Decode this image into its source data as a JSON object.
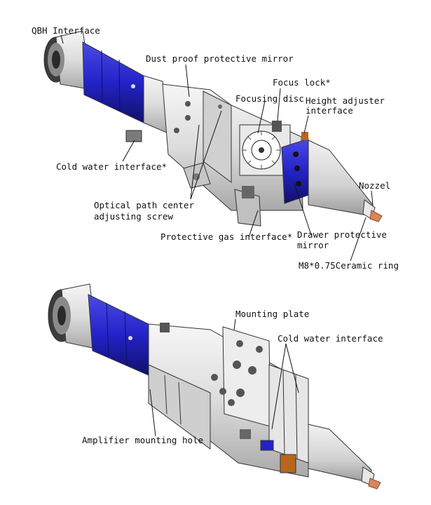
{
  "colors": {
    "body": "#e4e4e4",
    "body_shade": "#c9c9c9",
    "body_light": "#f2f2f2",
    "collimator_blue": "#2323c8",
    "collimator_blue_dark": "#15157e",
    "nozzle_copper": "#d9875a",
    "leader": "#111111"
  },
  "top_view": {
    "labels": {
      "qbh": "QBH Interface",
      "dust": "Dust proof protective mirror",
      "focus_lock": "Focus lock*",
      "focusing_disc": "Focusing disc",
      "height_line1": "Height adjuster",
      "height_line2": "interface",
      "cold_water": "Cold water interface*",
      "nozzel": "Nozzel",
      "optical_line1": "Optical path center",
      "optical_line2": "adjusting screw",
      "gas": "Protective gas interface*",
      "drawer_line1": "Drawer protective",
      "drawer_line2": "mirror",
      "m8": "M8*0.75Ceramic ring"
    }
  },
  "bottom_view": {
    "labels": {
      "mounting_plate": "Mounting plate",
      "cold_water": "Cold water interface",
      "amplifier": "Amplifier mounting hole"
    }
  }
}
